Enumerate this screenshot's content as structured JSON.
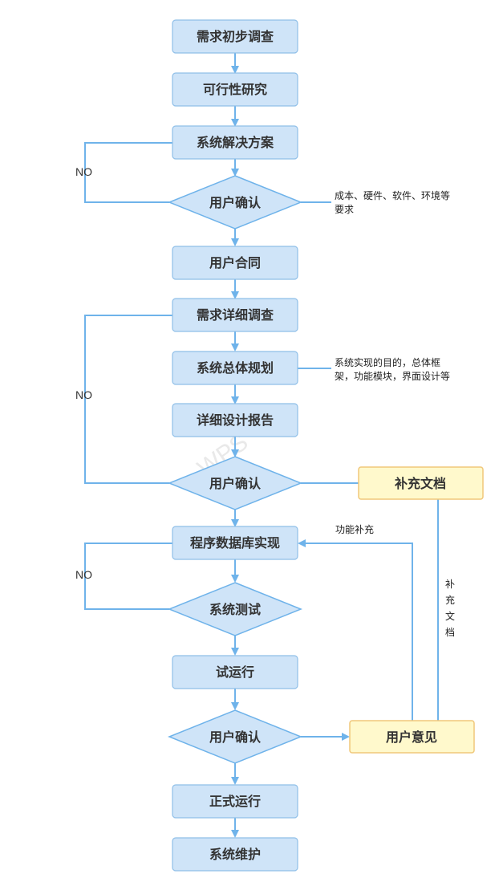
{
  "nodes": {
    "n1": "需求初步调查",
    "n2": "可行性研究",
    "n3": "系统解决方案",
    "d1": "用户确认",
    "n4": "用户合同",
    "n5": "需求详细调查",
    "n6": "系统总体规划",
    "n7": "详细设计报告",
    "d2": "用户确认",
    "n8": "程序数据库实现",
    "d3": "系统测试",
    "n9": "试运行",
    "d4": "用户确认",
    "n10": "正式运行",
    "n11": "系统维护",
    "y1": "补充文档",
    "y2": "用户意见"
  },
  "labels": {
    "no1": "NO",
    "no2": "NO",
    "no3": "NO",
    "note1_line1": "成本、硬件、软件、环境等",
    "note1_line2": "要求",
    "note2_line1": "系统实现的目的，总体框",
    "note2_line2": "架，功能模块，界面设计等",
    "func_supplement": "功能补充",
    "supp_v1": "补",
    "supp_v2": "充",
    "supp_v3": "文",
    "supp_v4": "档",
    "watermark": "WPS"
  },
  "colors": {
    "process_fill": "#cfe4f8",
    "connector": "#6fb3ea",
    "note_fill": "#fff9cc",
    "note_border": "#f0c77a"
  }
}
